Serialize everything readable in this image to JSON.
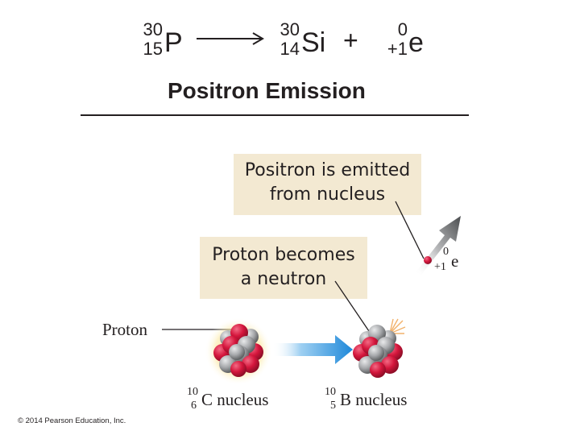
{
  "equation": {
    "reactant": {
      "mass": "30",
      "atomic": "15",
      "symbol": "P"
    },
    "product": {
      "mass": "30",
      "atomic": "14",
      "symbol": "Si"
    },
    "plus": "+",
    "positron": {
      "mass": "0",
      "atomic": "+1",
      "symbol": "e"
    }
  },
  "title": "Positron Emission",
  "callouts": {
    "emitted": {
      "line1": "Positron is emitted",
      "line2": "from nucleus"
    },
    "becomes": {
      "line1": "Proton becomes",
      "line2": "a neutron"
    }
  },
  "labels": {
    "proton": "Proton",
    "positron_particle": {
      "mass": "0",
      "atomic": "+1",
      "symbol": "e"
    },
    "carbon": {
      "mass": "10",
      "atomic": "6",
      "text": "C nucleus"
    },
    "boron": {
      "mass": "10",
      "atomic": "5",
      "text": "B nucleus"
    }
  },
  "colors": {
    "proton": "#d4163c",
    "neutron": "#a7a9ac",
    "callout_bg": "#f3e9d2",
    "arrow_blue": "#1e88d9",
    "glow": "#f6e08a"
  },
  "copyright": "© 2014 Pearson Education, Inc."
}
